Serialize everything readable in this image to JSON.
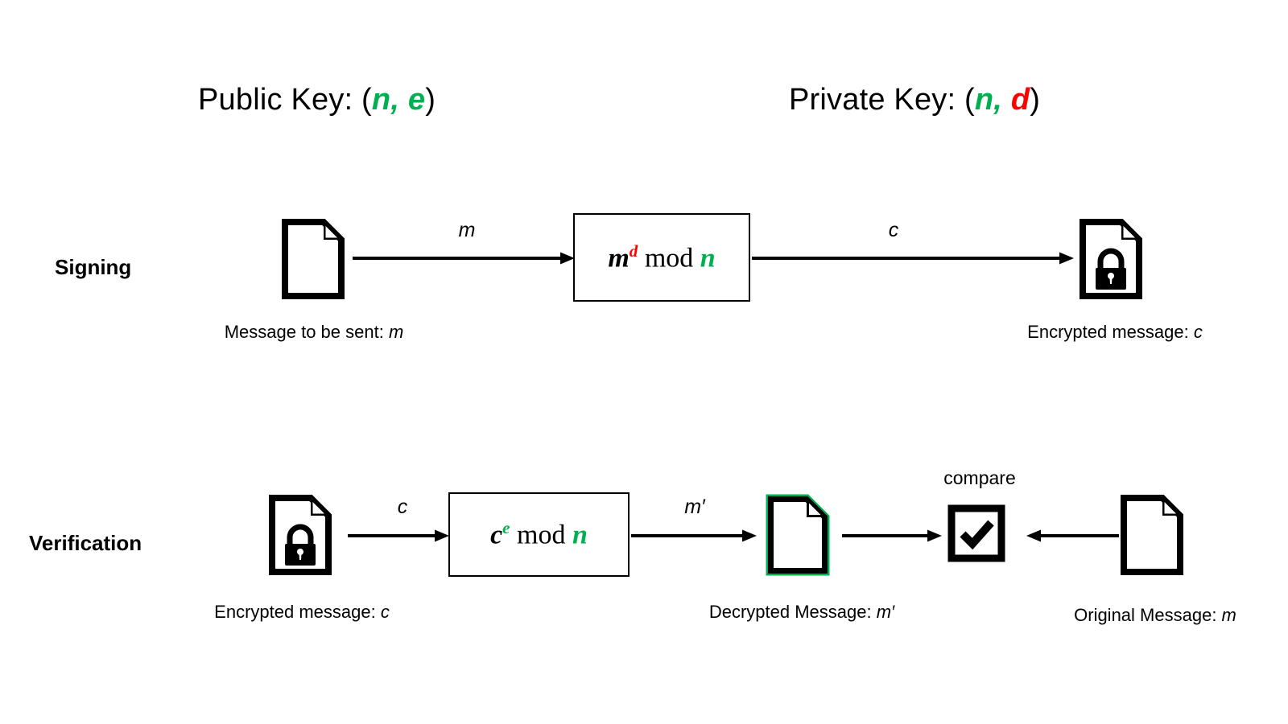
{
  "diagram": {
    "title_public_key": {
      "prefix": "Public Key: (",
      "var1": "n",
      "sep": ", ",
      "var2": "e",
      "suffix": ")"
    },
    "title_private_key": {
      "prefix": "Private Key: (",
      "var1": "n",
      "sep": ", ",
      "var2": "d",
      "suffix": ")"
    },
    "rows": {
      "signing_label": "Signing",
      "verification_label": "Verification"
    },
    "signing": {
      "source_caption_prefix": "Message to be sent: ",
      "source_caption_var": "m",
      "arrow1_label": "m",
      "formula": {
        "base": "m",
        "exponent": "d",
        "mod": "mod",
        "modulus": "n"
      },
      "arrow2_label": "c",
      "result_caption_prefix": "Encrypted message: ",
      "result_caption_var": "c",
      "source_icon": "document-icon",
      "result_icon": "locked-document-icon"
    },
    "verification": {
      "source_caption_prefix": "Encrypted message: ",
      "source_caption_var": "c",
      "arrow1_label": "c",
      "formula": {
        "base": "c",
        "exponent": "e",
        "mod": "mod",
        "modulus": "n"
      },
      "arrow2_label": "m′",
      "decrypted_caption_prefix": "Decrypted Message: ",
      "decrypted_caption_var": "m′",
      "compare_label": "compare",
      "original_caption_prefix": "Original Message: ",
      "original_caption_var": "m",
      "source_icon": "locked-document-icon",
      "decrypted_icon": "document-icon-green",
      "compare_icon": "checkbox-check-icon",
      "original_icon": "document-icon"
    },
    "colors": {
      "green": "#00B050",
      "red": "#FF0000",
      "black": "#000000",
      "background": "#FFFFFF"
    }
  }
}
